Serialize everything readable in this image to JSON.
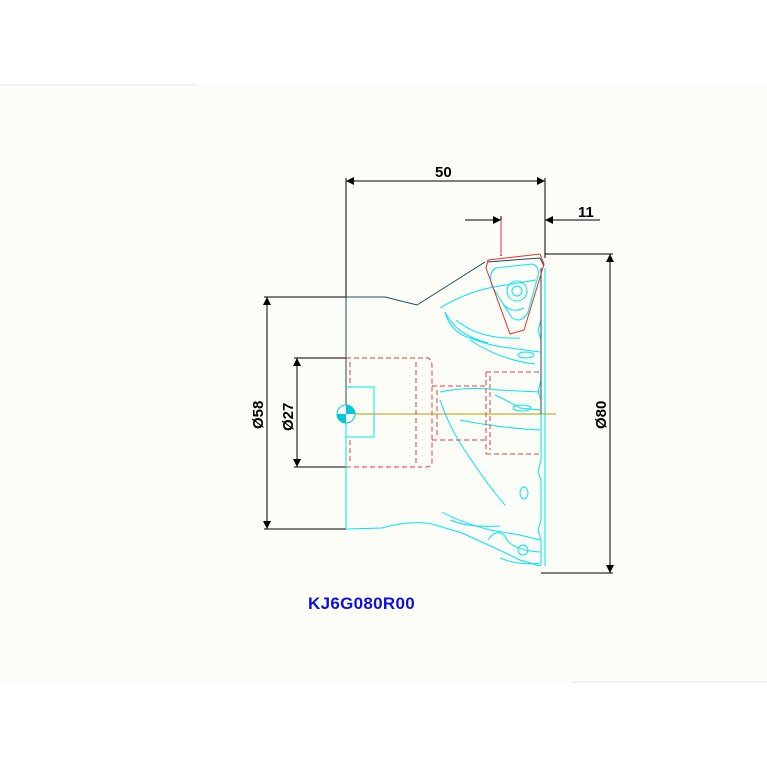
{
  "drawing": {
    "part_code": "KJ6G080R00",
    "dimensions": {
      "length": "50",
      "insert_offset": "11",
      "shank_diameter": "Ø58",
      "bore_diameter": "Ø27",
      "cutting_diameter": "Ø80"
    },
    "colors": {
      "background": "#fdfdf8",
      "dimension_lines": "#000000",
      "body_outline": "#1a4b5c",
      "insert_outline": "#e03030",
      "hidden_lines": "#e04040",
      "cutter_geometry": "#00e5ee",
      "center_axis": "#b0a000",
      "part_code_text": "#1010dd"
    }
  }
}
